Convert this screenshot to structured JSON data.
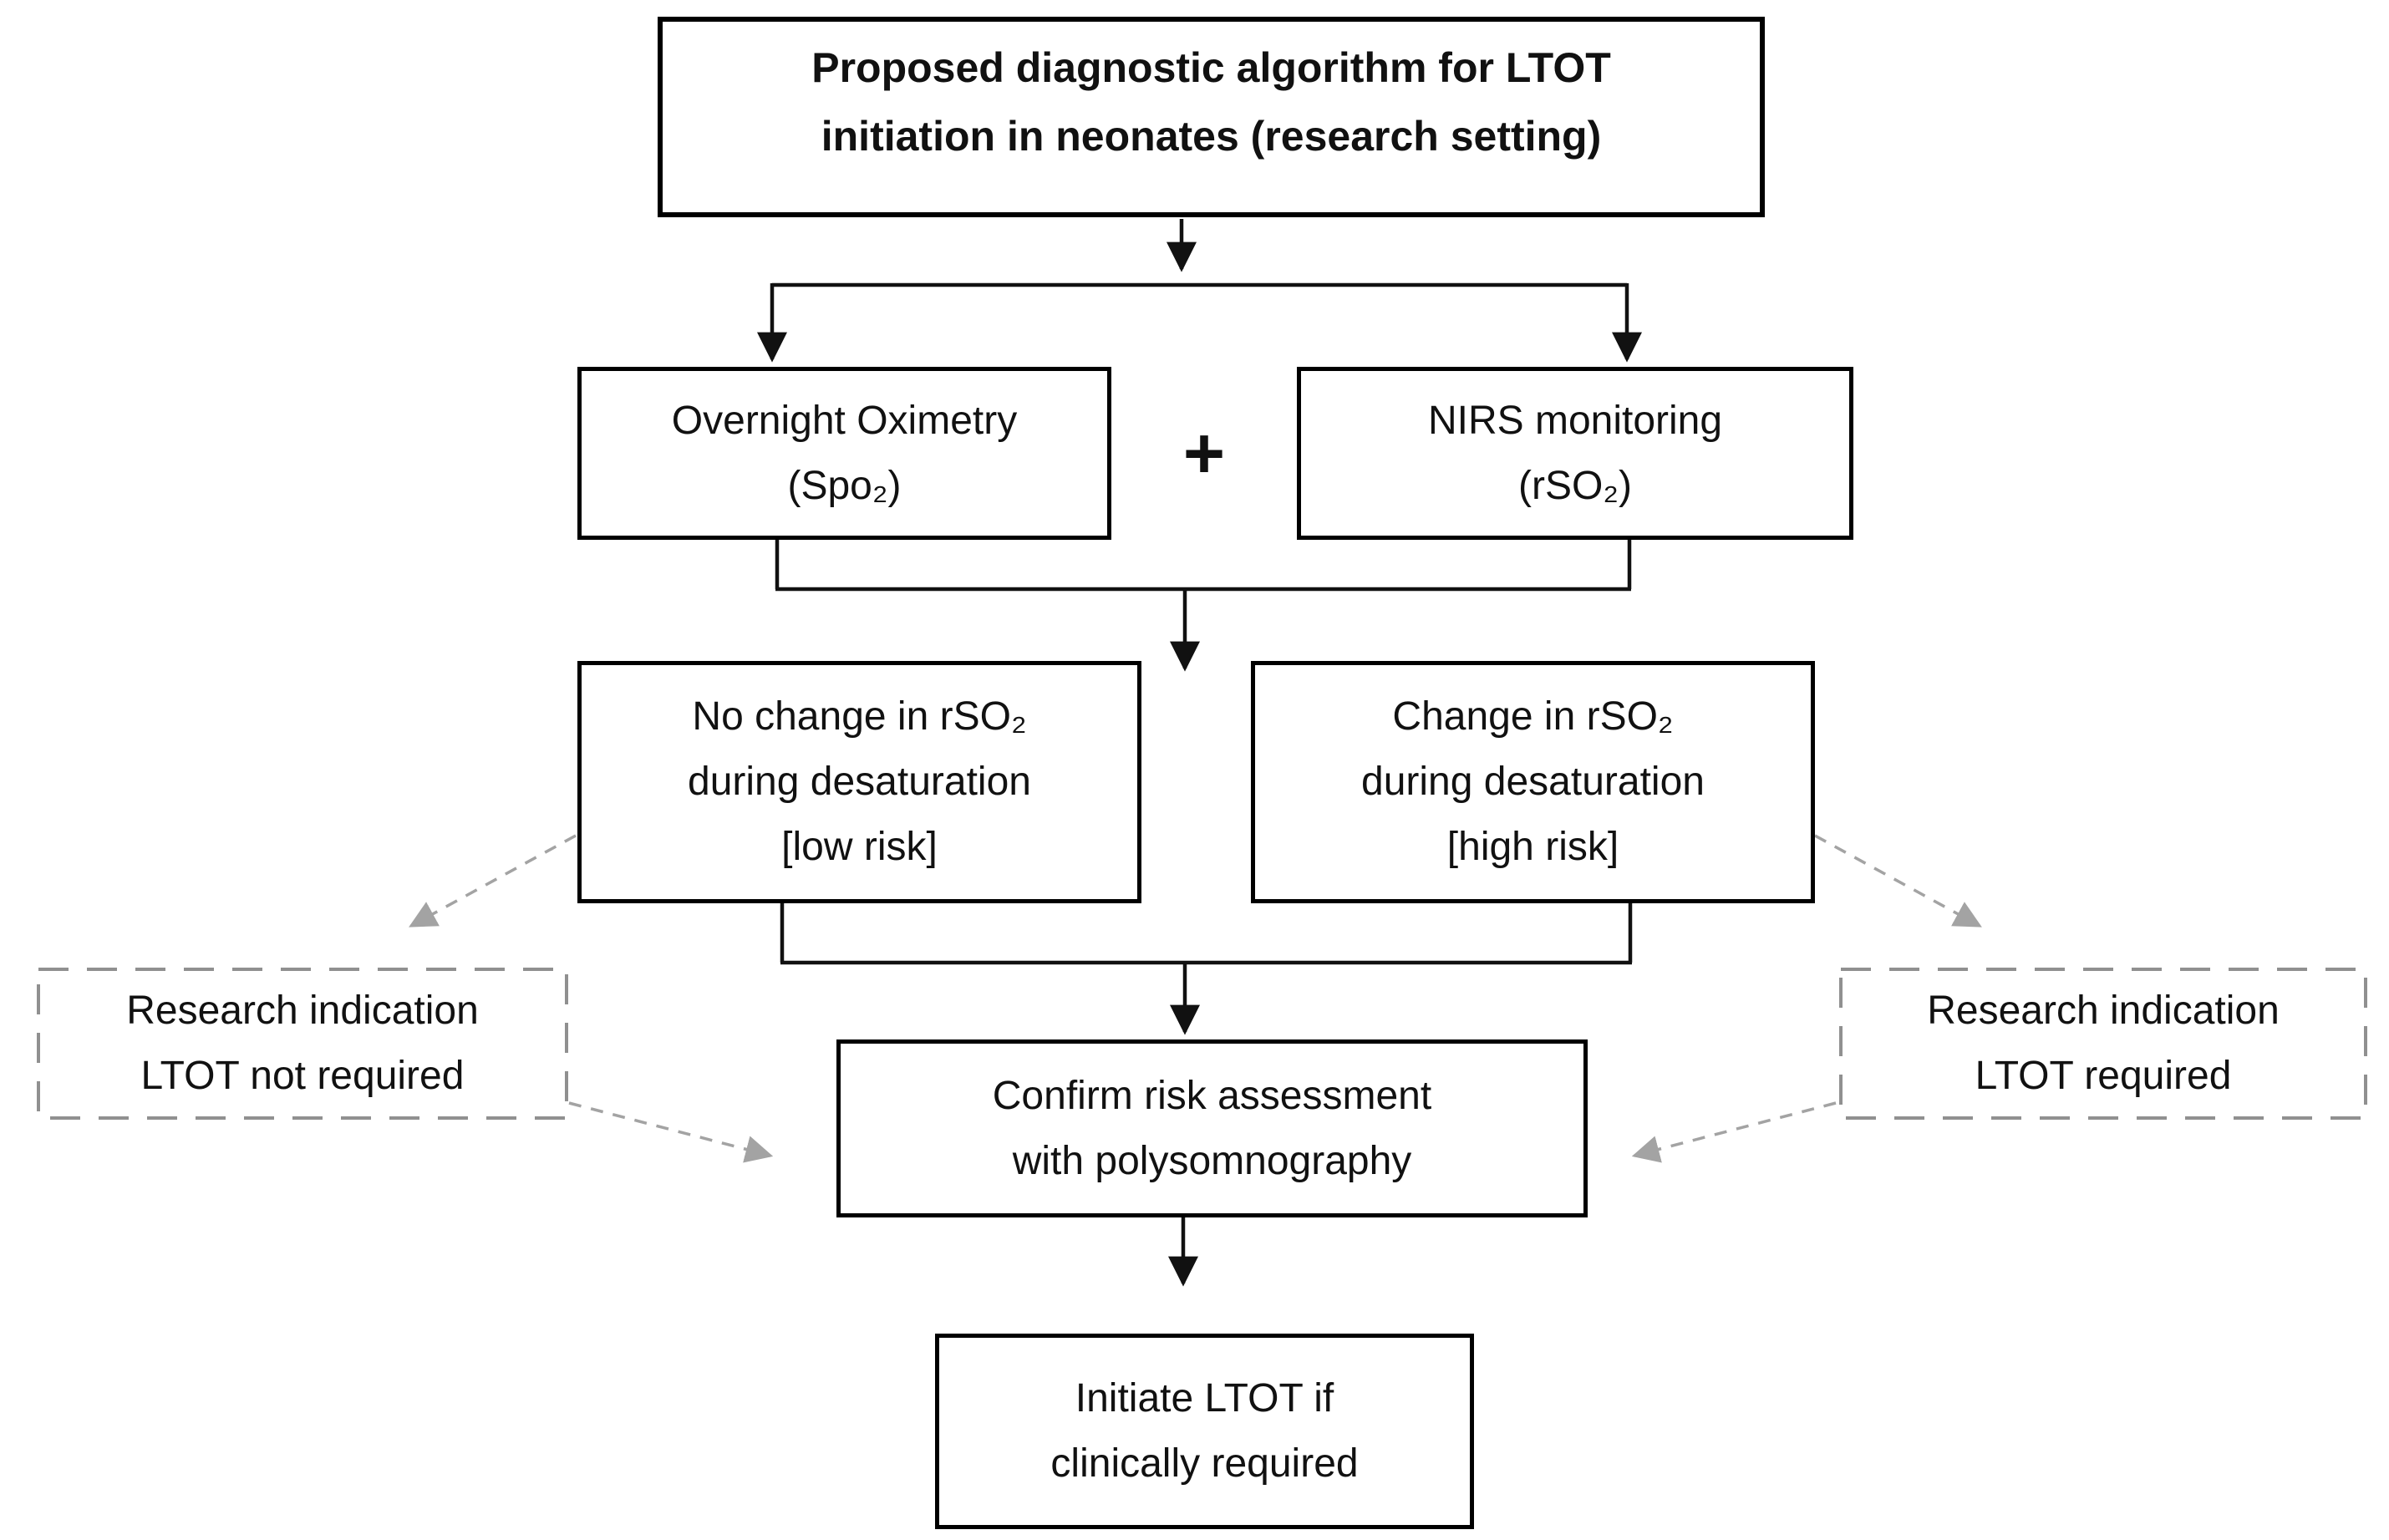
{
  "figure": {
    "title": {
      "lines": [
        "Proposed diagnostic algorithm for LTOT",
        "initiation in neonates (research setting)"
      ]
    },
    "plus": "+",
    "boxes": {
      "oximetry": {
        "lines": [
          "Overnight Oximetry",
          "(Spo₂)"
        ]
      },
      "nirs": {
        "lines": [
          "NIRS monitoring",
          "(rSO₂)"
        ]
      },
      "no_change": {
        "lines": [
          "No change in rSO₂",
          "during desaturation",
          "[low risk]"
        ]
      },
      "change": {
        "lines": [
          "Change in rSO₂",
          "during desaturation",
          "[high risk]"
        ]
      },
      "research_not_required": {
        "lines": [
          "Research indication",
          "LTOT not required"
        ]
      },
      "research_required": {
        "lines": [
          "Research indication",
          "LTOT required"
        ]
      },
      "confirm": {
        "lines": [
          "Confirm risk assessment",
          "with polysomnography"
        ]
      },
      "initiate": {
        "lines": [
          "Initiate LTOT if",
          "clinically required"
        ]
      }
    },
    "colors": {
      "box_border": "#000000",
      "text": "#111111",
      "solid_arrow": "#111111",
      "dashed_gray": "#909090",
      "dashed_arrowhead": "#a3a3a3",
      "background": "#ffffff"
    }
  }
}
